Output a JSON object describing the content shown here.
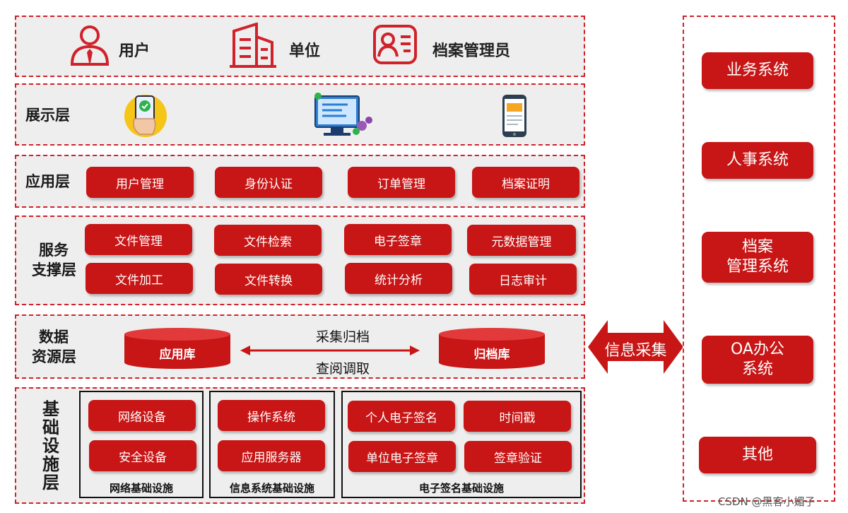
{
  "users": {
    "user": "用户",
    "unit": "单位",
    "archivist": "档案管理员"
  },
  "presentation": {
    "title": "展示层"
  },
  "application": {
    "title": "应用层",
    "items": [
      "用户管理",
      "身份认证",
      "订单管理",
      "档案证明"
    ]
  },
  "service": {
    "title_line1": "服务",
    "title_line2": "支撑层",
    "items": [
      "文件管理",
      "文件检索",
      "电子签章",
      "元数据管理",
      "文件加工",
      "文件转换",
      "统计分析",
      "日志审计"
    ]
  },
  "data_layer": {
    "title_line1": "数据",
    "title_line2": "资源层",
    "app_db": "应用库",
    "archive_db": "归档库",
    "arrow_top": "采集归档",
    "arrow_bottom": "查阅调取"
  },
  "infrastructure": {
    "title": "基础设施层",
    "network": {
      "label": "网络基础设施",
      "items": [
        "网络设备",
        "安全设备"
      ]
    },
    "info_system": {
      "label": "信息系统基础设施",
      "items": [
        "操作系统",
        "应用服务器"
      ]
    },
    "esign": {
      "label": "电子签名基础设施",
      "items": [
        "个人电子签名",
        "时间戳",
        "单位电子签章",
        "签章验证"
      ]
    }
  },
  "info_collect": "信息采集",
  "right_systems": [
    "业务系统",
    "人事系统",
    "档案\n管理系统",
    "OA办公\n系统",
    "其他"
  ],
  "watermark": "CSDN @黑客小媚子",
  "colors": {
    "accent": "#c81515",
    "border": "#d0222a",
    "panel": "#eeeeee"
  }
}
